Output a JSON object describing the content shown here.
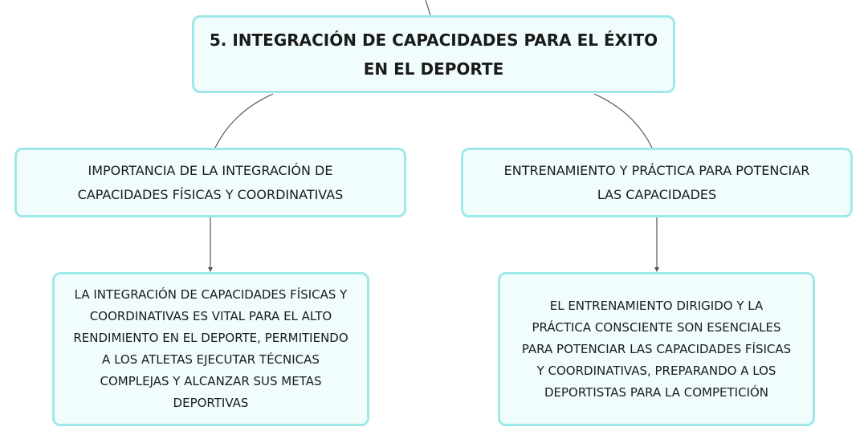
{
  "root": {
    "title": "5. INTEGRACIÓN DE CAPACIDADES PARA EL ÉXITO\nEN EL DEPORTE"
  },
  "branches": [
    {
      "title": "IMPORTANCIA DE LA INTEGRACIÓN DE\nCAPACIDADES FÍSICAS Y COORDINATIVAS",
      "detail": "LA INTEGRACIÓN DE CAPACIDADES FÍSICAS Y\nCOORDINATIVAS ES VITAL PARA EL ALTO\nRENDIMIENTO EN EL DEPORTE, PERMITIENDO\nA LOS ATLETAS EJECUTAR TÉCNICAS\nCOMPLEJAS Y ALCANZAR SUS METAS\nDEPORTIVAS"
    },
    {
      "title": "ENTRENAMIENTO Y PRÁCTICA PARA POTENCIAR\nLAS CAPACIDADES",
      "detail": "EL ENTRENAMIENTO DIRIGIDO Y LA\nPRÁCTICA CONSCIENTE SON ESENCIALES\nPARA POTENCIAR LAS CAPACIDADES FÍSICAS\nY COORDINATIVAS, PREPARANDO A LOS\nDEPORTISTAS PARA LA COMPETICIÓN"
    }
  ],
  "colors": {
    "node_border": "#9ee9e8",
    "node_fill": "#f1fdfd",
    "connector": "#555555"
  }
}
